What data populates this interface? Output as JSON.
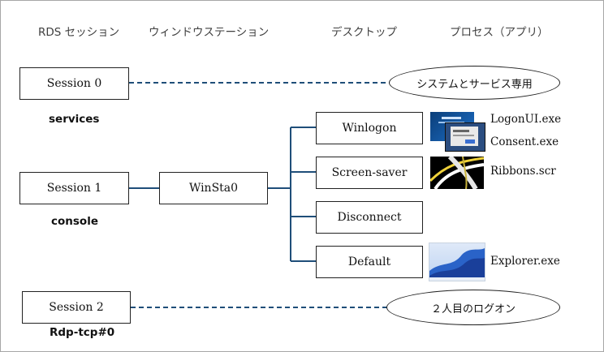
{
  "headers": {
    "rds_session": "RDS セッション",
    "window_station": "ウィンドウステーション",
    "desktop": "デスクトップ",
    "process": "プロセス（アプリ）"
  },
  "sessions": [
    {
      "label": "Session 0",
      "name": "services"
    },
    {
      "label": "Session 1",
      "name": "console"
    },
    {
      "label": "Session 2",
      "name": "Rdp-tcp#0"
    }
  ],
  "window_station": {
    "label": "WinSta0"
  },
  "desktops": [
    {
      "label": "Winlogon"
    },
    {
      "label": "Screen-saver"
    },
    {
      "label": "Disconnect"
    },
    {
      "label": "Default"
    }
  ],
  "processes": {
    "logonui": "LogonUI.exe",
    "consent": "Consent.exe",
    "ribbons": "Ribbons.scr",
    "explorer": "Explorer.exe"
  },
  "ellipses": {
    "system_services": "システムとサービス専用",
    "second_logon": "２人目のログオン"
  },
  "colors": {
    "connector": "#1f4e79",
    "box_border": "#222222"
  }
}
